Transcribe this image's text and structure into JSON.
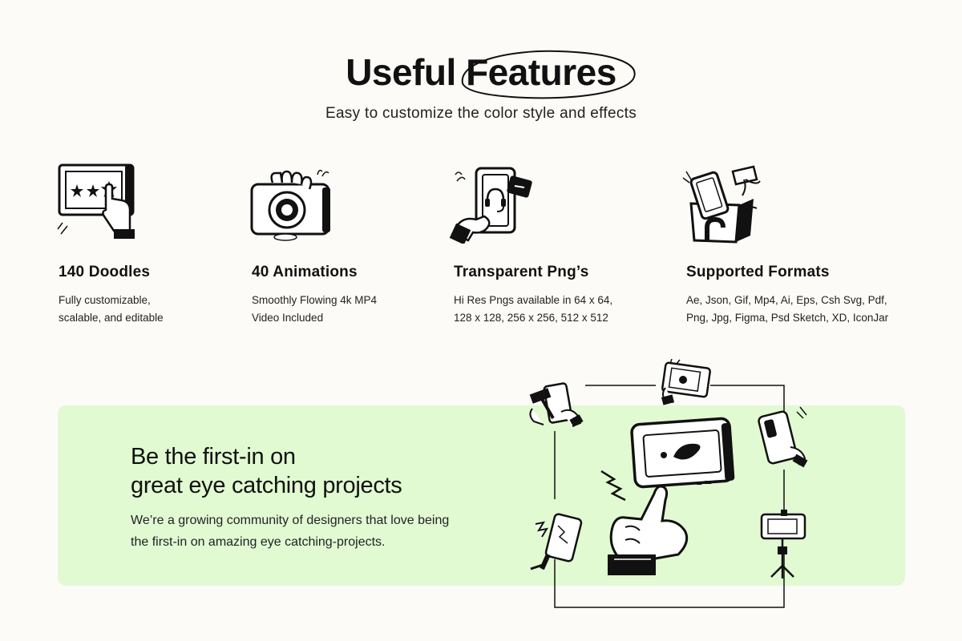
{
  "header": {
    "title_plain": "Useful",
    "title_highlight": "Features",
    "subtitle": "Easy to customize the color style and effects"
  },
  "features": [
    {
      "icon": "rating-tablet-icon",
      "title": "140 Doodles",
      "desc_lines": [
        "Fully customizable,",
        "scalable, and editable"
      ]
    },
    {
      "icon": "camera-phone-icon",
      "title": "40 Animations",
      "desc_lines": [
        "Smoothly Flowing 4k MP4",
        "Video Included"
      ]
    },
    {
      "icon": "support-phone-icon",
      "title": "Transparent Png’s",
      "desc_lines": [
        "Hi Res Pngs available in 64 x 64,",
        "128 x 128, 256 x 256, 512 x 512"
      ]
    },
    {
      "icon": "gift-box-phone-icon",
      "title": "Supported Formats",
      "desc_lines": [
        "Ae, Json, Gif, Mp4, Ai, Eps, Csh Svg, Pdf,",
        "Png, Jpg, Figma, Psd Sketch, XD, IconJar"
      ]
    }
  ],
  "banner": {
    "title_lines": [
      "Be the first-in on",
      "great eye catching projects"
    ],
    "desc_lines": [
      "We’re a growing community of designers that love being",
      "the first-in on amazing eye catching-projects."
    ],
    "background": "#e1fad2"
  },
  "illustration": {
    "icons": [
      "hammer-phone-icon",
      "image-tablet-icon",
      "phone-back-icon",
      "broken-phone-icon",
      "tripod-phone-icon",
      "hand-tap-tablet-icon"
    ]
  }
}
